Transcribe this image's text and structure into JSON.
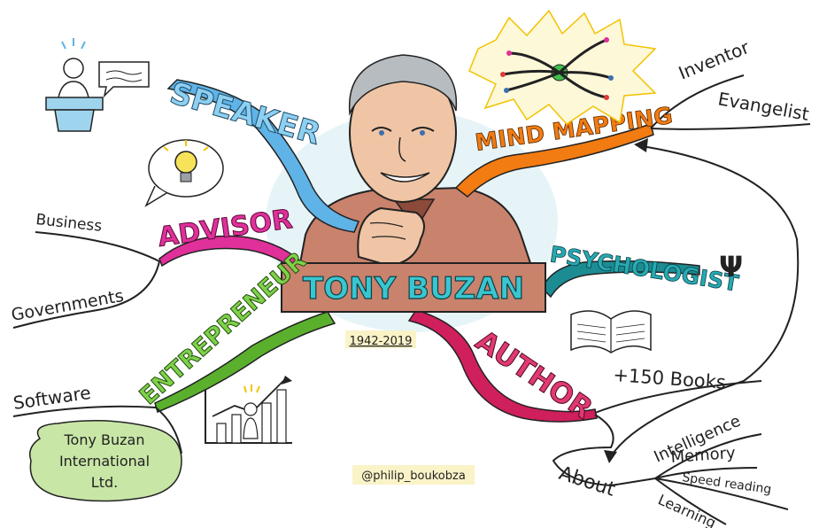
{
  "center": {
    "name": "TONY BUZAN",
    "years": "1942-2019"
  },
  "credit": "@philip_boukobza",
  "branches": {
    "speaker": {
      "label": "SPEAKER",
      "color": "#5fb3e6"
    },
    "advisor": {
      "label": "ADVISOR",
      "color": "#e0309a",
      "subs": [
        "Business",
        "Governments"
      ]
    },
    "entrepreneur": {
      "label": "ENTREPRENEUR",
      "color": "#5ab02c",
      "subs": [
        "Software"
      ]
    },
    "company": {
      "label": "Tony Buzan International Ltd.",
      "lines": [
        "Tony Buzan",
        "International",
        "Ltd."
      ]
    },
    "mind_mapping": {
      "label": "MIND MAPPING",
      "color": "#f27b12",
      "subs": [
        "Inventor",
        "Evangelist"
      ]
    },
    "psychologist": {
      "label": "PSYCHOLOGIST",
      "color": "#1c8c93",
      "symbol": "Ψ"
    },
    "author": {
      "label": "AUTHOR",
      "color": "#cf1f5c",
      "books": "+150 Books"
    },
    "about": {
      "label": "About",
      "subs": [
        "Intelligence",
        "Memory",
        "Speed reading",
        "Learning"
      ]
    }
  },
  "icons": [
    "speaker-podium-icon",
    "speech-bubble-icon",
    "lightbulb-icon",
    "growth-chart-icon",
    "open-book-icon",
    "mind-map-icon"
  ]
}
